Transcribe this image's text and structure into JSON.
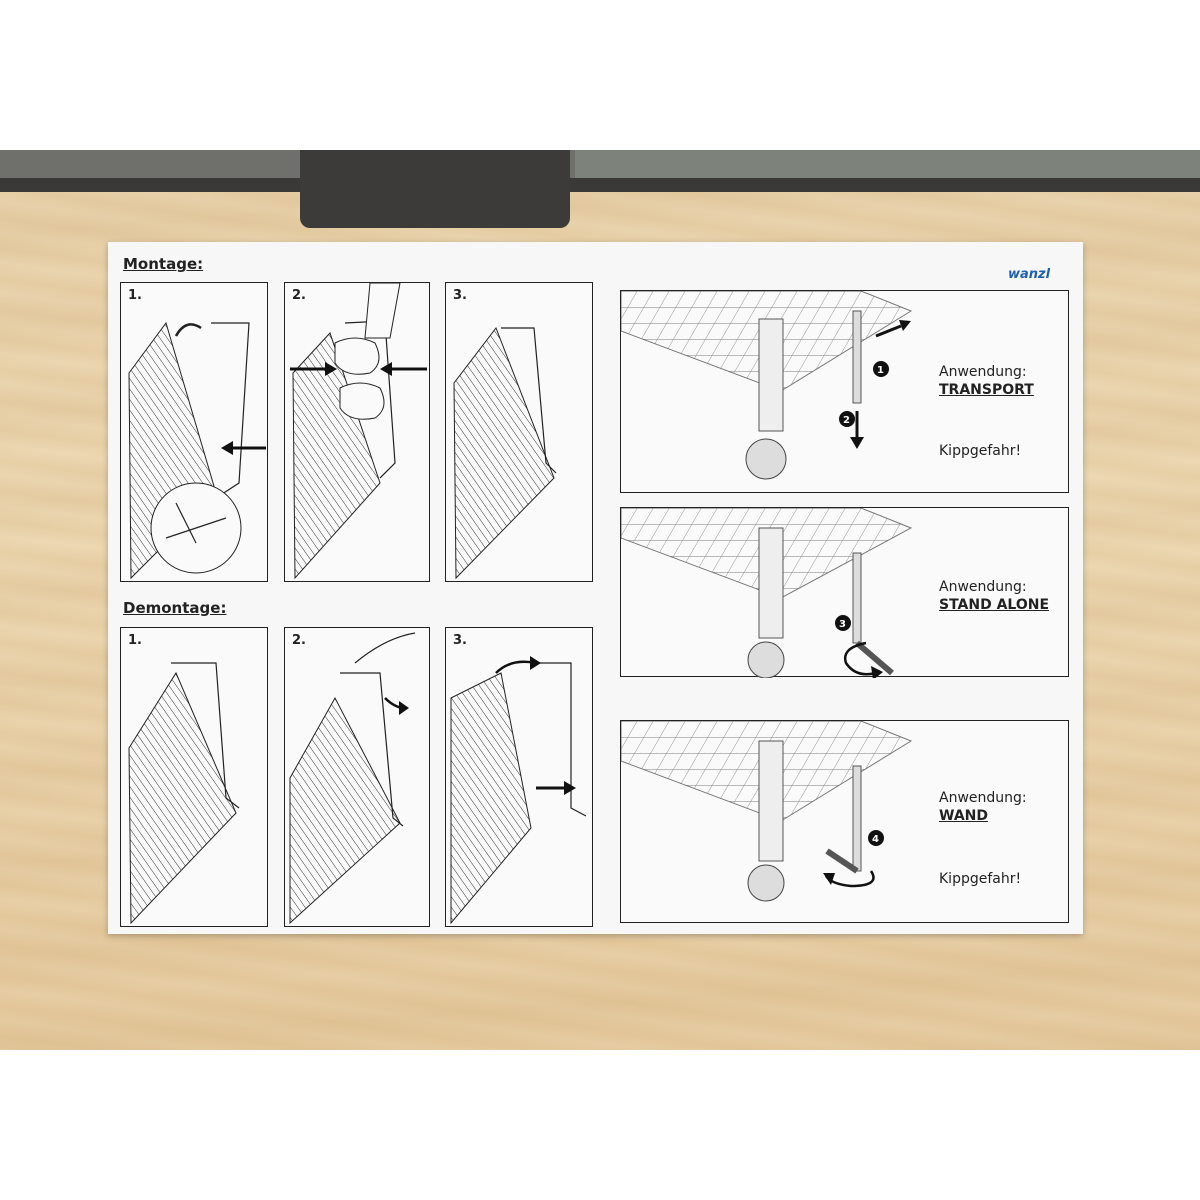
{
  "sheet": {
    "brand": "wanzl",
    "montage": {
      "heading": "Montage:",
      "steps": [
        "1.",
        "2.",
        "3."
      ]
    },
    "demontage": {
      "heading": "Demontage:",
      "steps": [
        "1.",
        "2.",
        "3."
      ]
    },
    "usages": [
      {
        "label": "Anwendung:",
        "mode": "TRANSPORT",
        "warning": "Kippgefahr!",
        "markers": [
          "1",
          "2"
        ]
      },
      {
        "label": "Anwendung:",
        "mode": "STAND ALONE",
        "warning": "",
        "markers": [
          "3"
        ]
      },
      {
        "label": "Anwendung:",
        "mode": "WAND",
        "warning": "Kippgefahr!",
        "markers": [
          "4"
        ]
      }
    ]
  },
  "colors": {
    "brand": "#1f5fb0",
    "line": "#222222",
    "paper": "#f7f7f8"
  }
}
